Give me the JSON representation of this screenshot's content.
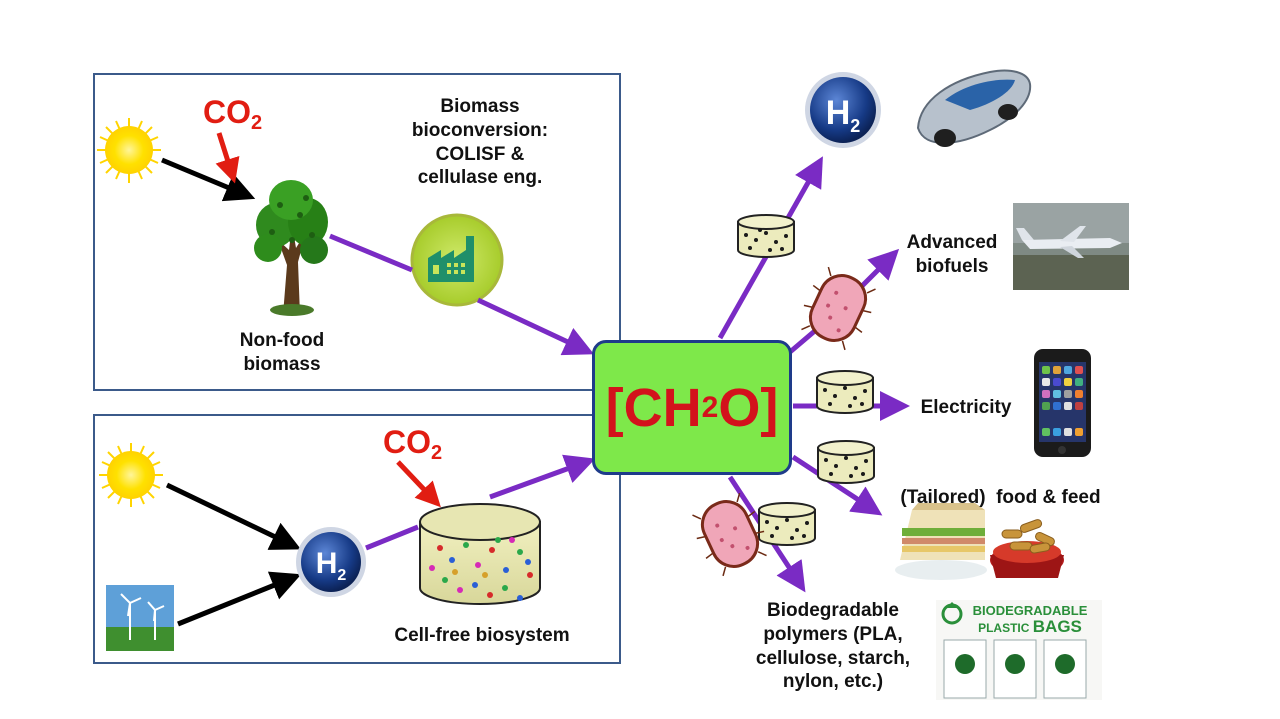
{
  "panels": {
    "top": {
      "co2": "CO",
      "co2_sub": "2",
      "process_label_1": "Biomass",
      "process_label_2": "bioconversion:",
      "process_label_3": "COLISF &",
      "process_label_4": "cellulase eng.",
      "biomass_label_1": "Non-food",
      "biomass_label_2": "biomass"
    },
    "bottom": {
      "co2": "CO",
      "co2_sub": "2",
      "h2": "H",
      "h2_sub": "2",
      "cellfree_label": "Cell-free biosystem"
    }
  },
  "center": {
    "prefix": "[CH",
    "sub": "2",
    "suffix": "O]"
  },
  "outputs": {
    "h2": "H",
    "h2_sub": "2",
    "biofuels_1": "Advanced",
    "biofuels_2": "biofuels",
    "electricity": "Electricity",
    "food": "(Tailored)  food & feed",
    "polymers_1": "Biodegradable",
    "polymers_2": "polymers (PLA,",
    "polymers_3": "cellulose, starch,",
    "polymers_4": "nylon, etc.)",
    "bags_title_1": "BIODEGRADABLE",
    "bags_title_2": "PLASTIC",
    "bags_title_3": "BAGS"
  },
  "colors": {
    "arrow_purple": "#7a2bc4",
    "center_fill": "#7ee84a",
    "co2_red": "#e11d12",
    "panel_border": "#3b5a8a"
  }
}
